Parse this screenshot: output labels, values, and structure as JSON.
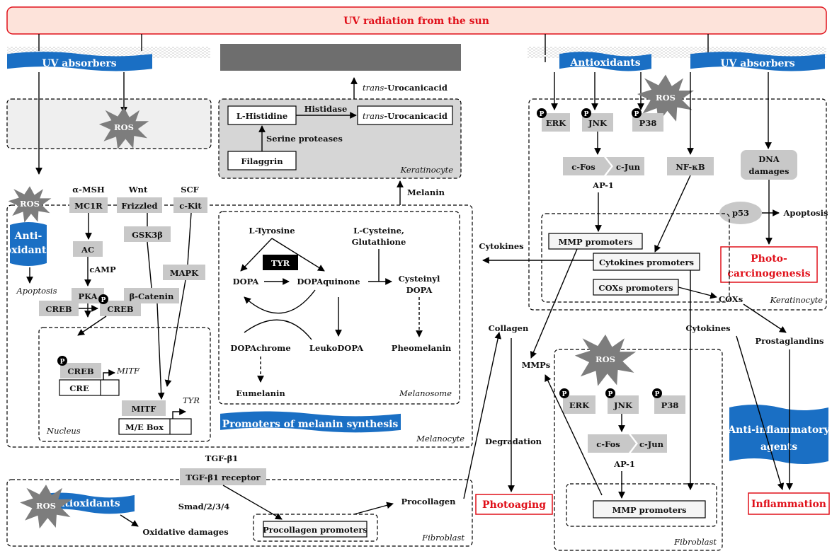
{
  "title": "UV radiation from the sun",
  "banners": {
    "uv_absorbers_left": "UV absorbers",
    "uv_absorbers_right": "UV absorbers",
    "antioxidants_top": "Antioxidants",
    "antioxidants_left_1": "Anti-",
    "antioxidants_left_2": "oxidants",
    "antioxidants_bottom": "Antioxidants",
    "promoters_melanin": "Promoters of melanin synthesis",
    "anti_inflam_1": "Anti-inflammatory",
    "anti_inflam_2": "agents"
  },
  "ros": "ROS",
  "p": "P",
  "keratinocyte_top": {
    "histidine": "L-Histidine",
    "histidase": "Histidase",
    "urocanic_prefix": "trans",
    "urocanic_suffix": "-Urocanicacid",
    "serine": "Serine proteases",
    "filaggrin": "Filaggrin",
    "cell": "Keratinocyte",
    "melanin": "Melanin"
  },
  "melanocyte": {
    "msh": "α-MSH",
    "wnt": "Wnt",
    "scf": "SCF",
    "mc1r": "MC1R",
    "frizzled": "Frizzled",
    "ckit": "c-Kit",
    "ac": "AC",
    "camp": "cAMP",
    "pka": "PKA",
    "gsk": "GSK3β",
    "bcat": "β-Catenin",
    "mapk": "MAPK",
    "creb": "CREB",
    "cre": "CRE",
    "mitf": "MITF",
    "me_box": "M/E Box",
    "tyr_gene": "TYR",
    "nucleus": "Nucleus",
    "apoptosis": "Apoptosis",
    "cell": "Melanocyte"
  },
  "melanosome": {
    "ltyr": "L-Tyrosine",
    "tyr": "TYR",
    "cys1": "L-Cysteine,",
    "cys2": "Glutathione",
    "dopa": "DOPA",
    "dopaq": "DOPAquinone",
    "cysdopa1": "Cysteinyl",
    "cysdopa2": "DOPA",
    "dopachrome": "DOPAchrome",
    "leuko": "LeukoDOPA",
    "pheo": "Pheomelanin",
    "eu": "Eumelanin",
    "cell": "Melanosome"
  },
  "fibroblast_left": {
    "tgf": "TGF-β1",
    "tgfr": "TGF-β1 receptor",
    "smad": "Smad/2/3/4",
    "procol_prom": "Procollagen promoters",
    "procol": "Procollagen",
    "oxd": "Oxidative damages",
    "cell": "Fibroblast"
  },
  "keratinocyte_right": {
    "erk": "ERK",
    "jnk": "JNK",
    "p38": "P38",
    "cfos": "c-Fos",
    "cjun": "c-Jun",
    "ap1": "AP-1",
    "nfkb": "NF-κB",
    "dna1": "DNA",
    "dna2": "damages",
    "p53": "p53",
    "apoptosis": "Apoptosis",
    "mmp_prom": "MMP promoters",
    "cyto_prom": "Cytokines promoters",
    "cox_prom": "COXs promoters",
    "coxs": "COXs",
    "photo1": "Photo-",
    "photo2": "carcinogenesis",
    "cell": "Keratinocyte"
  },
  "middle": {
    "cytokines_left": "Cytokines",
    "cytokines_mid": "Cytokines",
    "collagen": "Collagen",
    "mmps": "MMPs",
    "degradation": "Degradation",
    "photoaging": "Photoaging",
    "prostaglandins": "Prostaglandins",
    "inflammation": "Inflammation"
  },
  "fibroblast_right": {
    "erk": "ERK",
    "jnk": "JNK",
    "p38": "P38",
    "cfos": "c-Fos",
    "cjun": "c-Jun",
    "ap1": "AP-1",
    "mmp_prom": "MMP promoters",
    "cell": "Fibroblast"
  },
  "colors": {
    "banner_blue": "#1a6fc4",
    "ros_gray": "#7d7d7d",
    "box_gray": "#c8c8c8",
    "outcome_red": "#e0101a",
    "title_fill": "#fde3da"
  }
}
